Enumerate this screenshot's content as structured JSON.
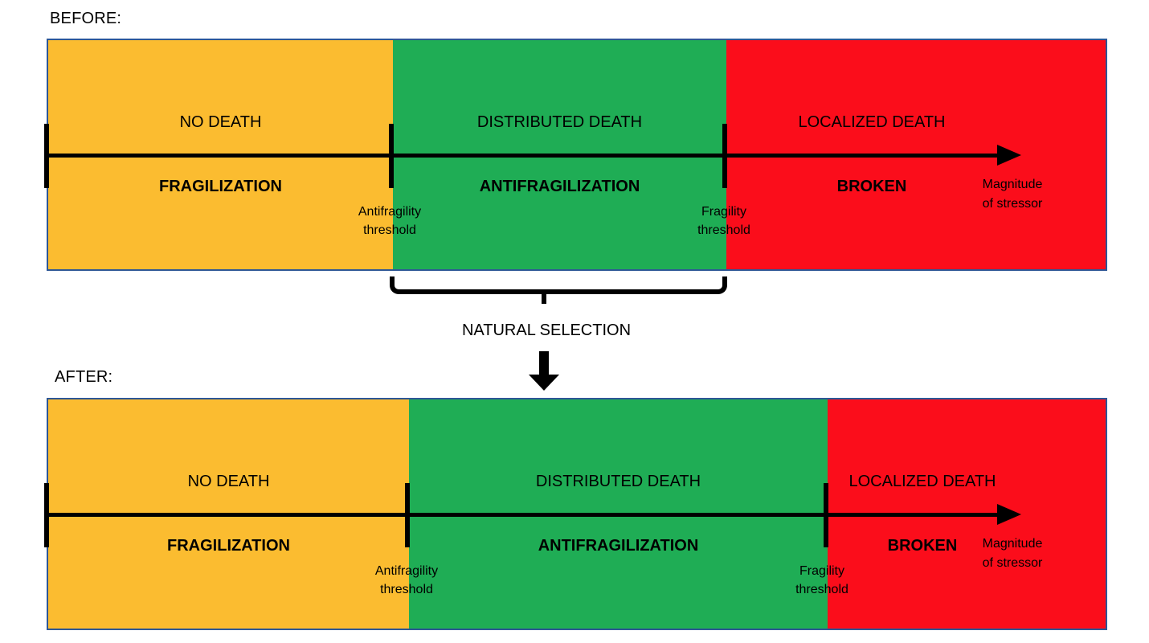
{
  "colors": {
    "orange": "#FBBC30",
    "green": "#1FAD55",
    "red": "#FB0D1B",
    "box_border": "#2E5796",
    "ink": "#000000"
  },
  "before": {
    "title": "BEFORE:",
    "zones": [
      {
        "top_label": "NO DEATH",
        "bottom_label": "FRAGILIZATION"
      },
      {
        "top_label": "DISTRIBUTED DEATH",
        "bottom_label": "ANTIFRAGILIZATION"
      },
      {
        "top_label": "LOCALIZED DEATH",
        "bottom_label": "BROKEN"
      }
    ],
    "thresholds": [
      {
        "lines": [
          "Antifragility",
          "threshold"
        ]
      },
      {
        "lines": [
          "Fragility",
          "threshold"
        ]
      }
    ],
    "axis_label_lines": [
      "Magnitude",
      "of stressor"
    ]
  },
  "after": {
    "title": "AFTER:",
    "zones": [
      {
        "top_label": "NO DEATH",
        "bottom_label": "FRAGILIZATION"
      },
      {
        "top_label": "DISTRIBUTED DEATH",
        "bottom_label": "ANTIFRAGILIZATION"
      },
      {
        "top_label": "LOCALIZED DEATH",
        "bottom_label": "BROKEN"
      }
    ],
    "thresholds": [
      {
        "lines": [
          "Antifragility",
          "threshold"
        ]
      },
      {
        "lines": [
          "Fragility",
          "threshold"
        ]
      }
    ],
    "axis_label_lines": [
      "Magnitude",
      "of stressor"
    ]
  },
  "natural_selection": {
    "label": "NATURAL SELECTION"
  },
  "geom": {
    "before": {
      "zone_styles": [
        "width:429px",
        "width:415px",
        "width:476px"
      ],
      "tick_styles": [
        "left:-3px",
        "left:426px",
        "left:841px"
      ],
      "threshold_styles": [
        "left:347px",
        "left:763px"
      ]
    },
    "after": {
      "zone_styles": [
        "width:449px",
        "width:521px",
        "width:350px"
      ],
      "tick_styles": [
        "left:-3px",
        "left:446px",
        "left:967px"
      ],
      "threshold_styles": [
        "left:368px",
        "left:885px"
      ]
    }
  }
}
